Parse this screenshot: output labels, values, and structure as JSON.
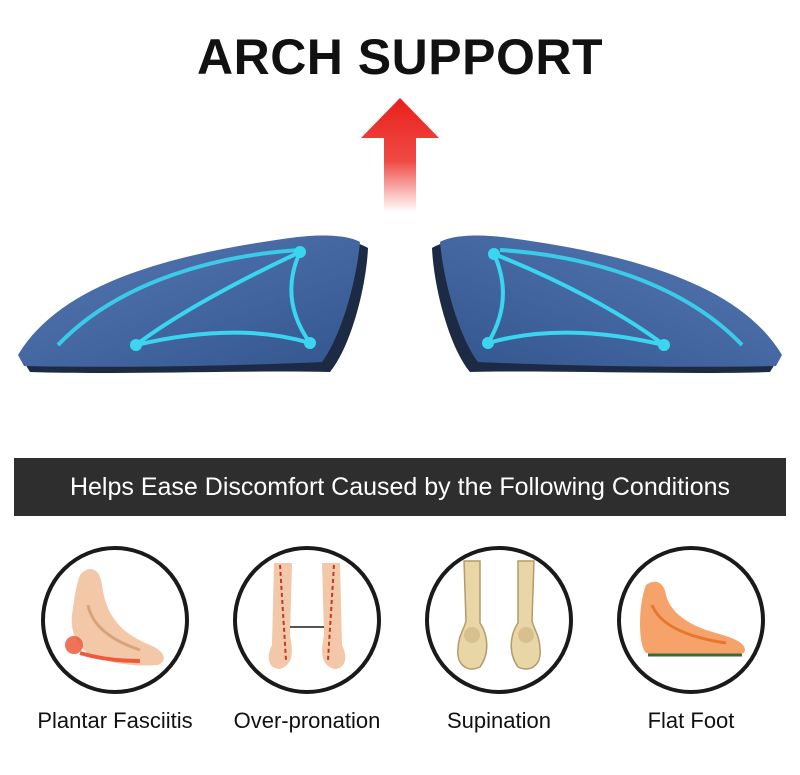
{
  "title": "ARCH SUPPORT",
  "banner": "Helps Ease Discomfort Caused by the Following Conditions",
  "colors": {
    "insole": "#3f63a0",
    "accent_lines": "#3ad6f0",
    "arrow": "#e8201b",
    "banner_bg": "#2e2e2e"
  },
  "conditions": [
    {
      "label": "Plantar Fasciitis",
      "icon": "heel-pain-foot-icon"
    },
    {
      "label": "Over-pronation",
      "icon": "leg-alignment-icon"
    },
    {
      "label": "Supination",
      "icon": "ankle-bones-icon"
    },
    {
      "label": "Flat Foot",
      "icon": "flat-foot-icon"
    }
  ]
}
